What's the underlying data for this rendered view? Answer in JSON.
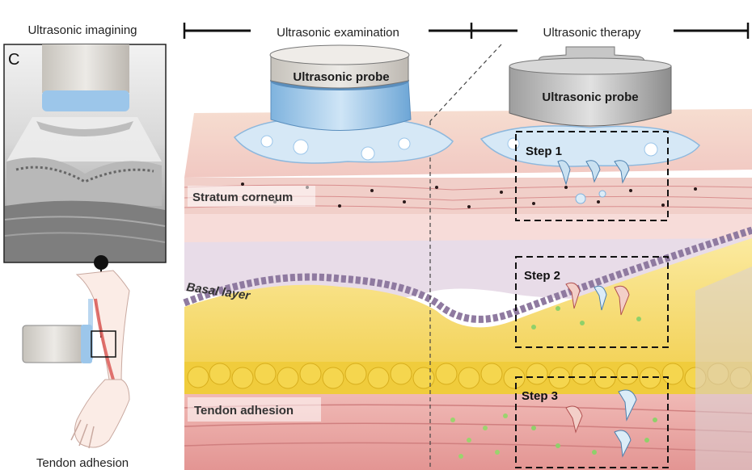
{
  "left_panel": {
    "title": "Ultrasonic imagining",
    "panel_letter": "C",
    "caption": "Tendon adhesion"
  },
  "header": {
    "examination_label": "Ultrasonic examination",
    "therapy_label": "Ultrasonic therapy"
  },
  "probes": {
    "examination_probe_label": "Ultrasonic probe",
    "therapy_probe_label": "Ultrasonic probe"
  },
  "layers": {
    "stratum_corneum": "Stratum corneum",
    "basal_layer": "Basal layer",
    "tendon_adhesion": "Tendon adhesion"
  },
  "steps": [
    "Step 1",
    "Step 2",
    "Step 3"
  ],
  "colors": {
    "probe_blue": "#a9cdea",
    "probe_grey": "#c9c9c9",
    "skin_pink": "#f3cfc8",
    "fat_yellow": "#f2d34a",
    "muscle_red": "#e59a9a",
    "basal_purple": "#8f7aa0"
  }
}
